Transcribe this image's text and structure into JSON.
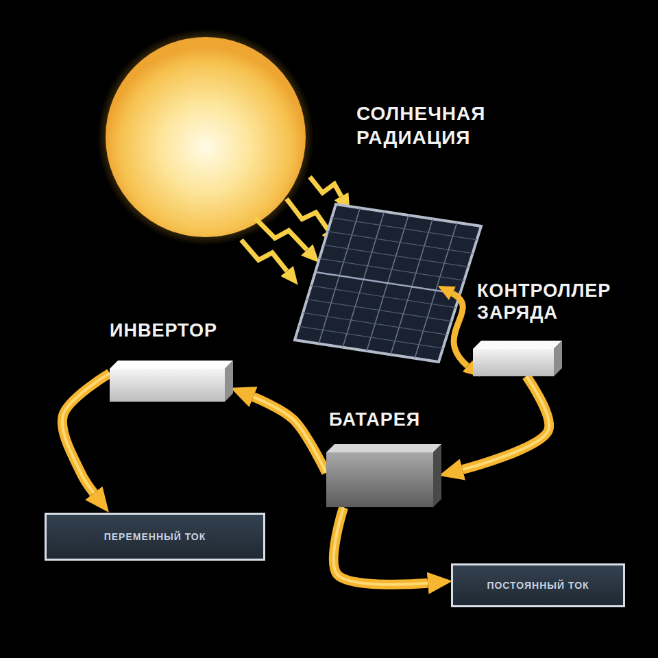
{
  "diagram": {
    "nodes": [
      {
        "text": [
          "КОНТРОЛЛЕР ЗАРЯДА"
        ]
      },
      {
        "text": [
          "ИНВЕРТОР"
        ]
      },
      {
        "text": [
          "БАТАРЕЯ"
        ]
      },
      {
        "text": [
          "ПЕРЕМЕННЫЙ ТОК"
        ]
      },
      {
        "text": [
          "ПОСТОЯННЫЙ ТОК"
        ]
      }
    ],
    "edges": [
      {
        "from": 0,
        "to": 2,
        "arrow": "to"
      },
      {
        "from": 2,
        "to": 1,
        "arrow": "to"
      },
      {
        "from": 1,
        "to": 3,
        "arrow": "to"
      },
      {
        "from": 2,
        "to": 4,
        "arrow": "to"
      }
    ],
    "labels": [
      "СОЛНЕЧНАЯ РАДИАЦИЯ"
    ]
  }
}
